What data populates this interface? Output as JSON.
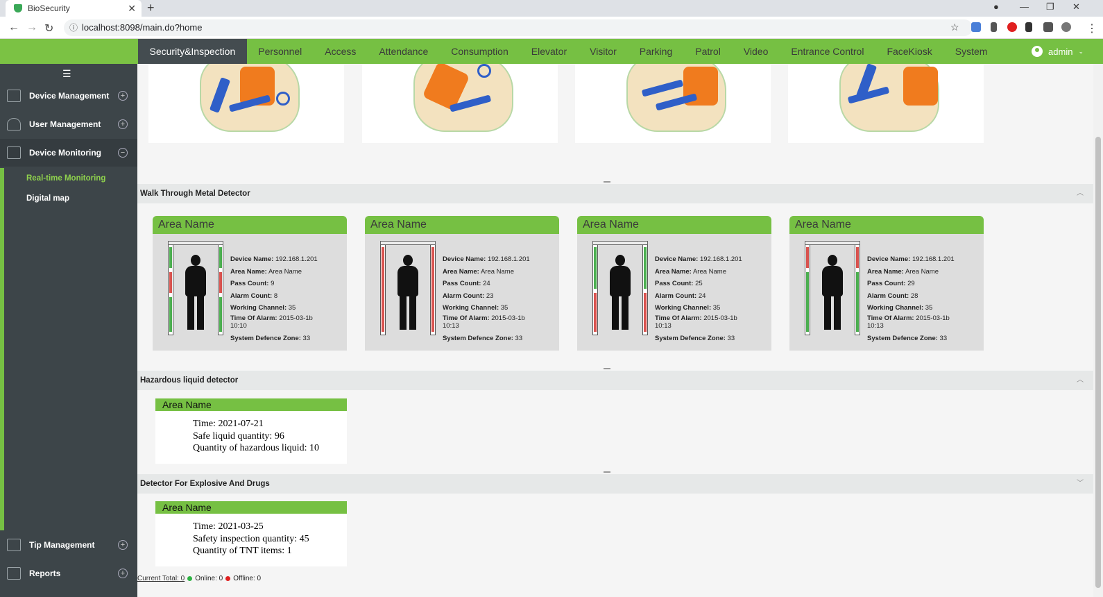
{
  "browser": {
    "tab_title": "BioSecurity",
    "url": "localhost:8098/main.do?home"
  },
  "nav": {
    "items": [
      "Security&Inspection",
      "Personnel",
      "Access",
      "Attendance",
      "Consumption",
      "Elevator",
      "Visitor",
      "Parking",
      "Patrol",
      "Video",
      "Entrance Control",
      "FaceKiosk",
      "System"
    ],
    "active": "Security&Inspection",
    "user": "admin"
  },
  "sidebar": {
    "items": [
      {
        "label": "Device Management",
        "icon": "device-icon",
        "state": "+"
      },
      {
        "label": "User Management",
        "icon": "user-icon",
        "state": "+"
      },
      {
        "label": "Device Monitoring",
        "icon": "monitor-icon",
        "state": "−"
      }
    ],
    "sub_items": [
      "Real-time Monitoring",
      "Digital map"
    ],
    "bottom_items": [
      {
        "label": "Tip Management",
        "icon": "card-icon",
        "state": "+"
      },
      {
        "label": "Reports",
        "icon": "report-icon",
        "state": "+"
      }
    ]
  },
  "sections": {
    "wtmd_title": "Walk Through Metal Detector",
    "liquid_title": "Hazardous liquid detector",
    "explosive_title": "Detector For Explosive And Drugs"
  },
  "labels": {
    "device_name": "Device Name:",
    "area_name": "Area Name:",
    "pass_count": "Pass Count:",
    "alarm_count": "Alarm Count:",
    "working_channel": "Working Channel:",
    "time_of_alarm": "Time Of Alarm:",
    "defence_zone": "System Defence Zone:"
  },
  "wtmd_cards": [
    {
      "header": "Area Name",
      "device_name": "192.168.1.201",
      "area_name": "Area Name",
      "pass_count": "9",
      "alarm_count": "8",
      "working_channel": "35",
      "time_of_alarm": "2015-03-1b",
      "time_cont": "10:10",
      "defence_zone": "33"
    },
    {
      "header": "Area Name",
      "device_name": "192.168.1.201",
      "area_name": "Area Name",
      "pass_count": "24",
      "alarm_count": "23",
      "working_channel": "35",
      "time_of_alarm": "2015-03-1b",
      "time_cont": "10:13",
      "defence_zone": "33"
    },
    {
      "header": "Area Name",
      "device_name": "192.168.1.201",
      "area_name": "Area Name",
      "pass_count": "25",
      "alarm_count": "24",
      "working_channel": "35",
      "time_of_alarm": "2015-03-1b",
      "time_cont": "10:13",
      "defence_zone": "33"
    },
    {
      "header": "Area Name",
      "device_name": "192.168.1.201",
      "area_name": "Area Name",
      "pass_count": "29",
      "alarm_count": "28",
      "working_channel": "35",
      "time_of_alarm": "2015-03-1b",
      "time_cont": "10:13",
      "defence_zone": "33"
    }
  ],
  "liquid_card": {
    "header": "Area Name",
    "line1": "Time: 2021-07-21",
    "line2": "Safe liquid quantity: 96",
    "line3": "Quantity of hazardous liquid: 10"
  },
  "explosive_card": {
    "header": "Area Name",
    "line1": "Time: 2021-03-25",
    "line2": "Safety inspection quantity: 45",
    "line3": "Quantity of TNT items: 1"
  },
  "footer": {
    "current_total": "Current Total: 0",
    "online": "Online: 0",
    "offline": "Offline: 0"
  },
  "colors": {
    "brand_green": "#76c043",
    "sidebar_bg": "#3d4549",
    "active_sub": "#8fd24d",
    "online": "#2fb344",
    "offline": "#e02020"
  }
}
